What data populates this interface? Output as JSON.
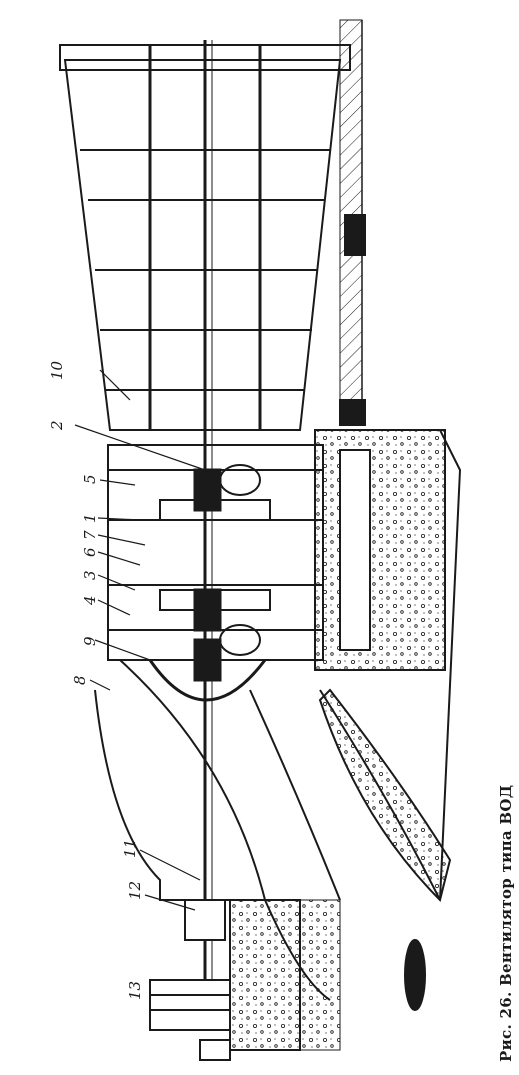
{
  "figure": {
    "caption": "Рис. 26. Вентилятор типа ВОД"
  },
  "callouts": [
    "10",
    "2",
    "5",
    "1",
    "7",
    "6",
    "3",
    "4",
    "9",
    "8",
    "11",
    "12",
    "13"
  ],
  "colors": {
    "ink": "#1a1a1a",
    "paper": "#ffffff",
    "concrete_hatch": "#1a1a1a"
  }
}
